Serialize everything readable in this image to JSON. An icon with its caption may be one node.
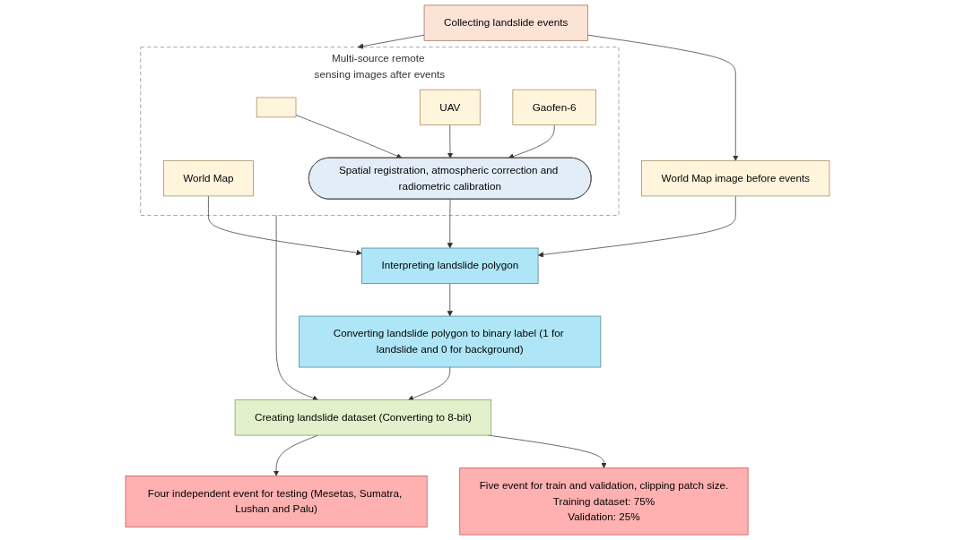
{
  "diagram": {
    "nodes": [
      {
        "text": [
          "Collecting landslide events"
        ]
      },
      {
        "text": [
          "Multi-source remote sensing images after events"
        ]
      },
      {
        "text": [],
        "shape": "box",
        "in": 1
      },
      {
        "text": [
          "UAV"
        ],
        "in": 1
      },
      {
        "text": [
          "Gaofen-6"
        ],
        "in": 1
      },
      {
        "text": [
          "World Map"
        ],
        "in": 1
      },
      {
        "text": [
          "Spatial registration, atmospheric correction and radiometric calibration"
        ],
        "in": 1
      },
      {
        "text": [
          "World Map image before events"
        ]
      },
      {
        "text": [
          "Interpreting landslide polygon"
        ]
      },
      {
        "text": [
          "Converting landslide polygon to binary label (1 for landslide and 0 for background)"
        ]
      },
      {
        "text": [
          "Creating landslide dataset (Converting to 8-bit)"
        ]
      },
      {
        "text": [
          "Five event for train and validation, clipping patch size.",
          "Training dataset: 75%",
          "Validation: 25%"
        ]
      },
      {
        "text": [
          "Four independent event for testing (Mesetas, Sumatra, Lushan and Palu)"
        ]
      }
    ],
    "edges": [
      {
        "from": 0,
        "to": 1,
        "arrow": "to"
      },
      {
        "from": 2,
        "to": 6,
        "arrow": "to"
      },
      {
        "from": 3,
        "to": 6,
        "arrow": "to"
      },
      {
        "from": 4,
        "to": 6,
        "arrow": "to"
      },
      {
        "from": 0,
        "to": 7,
        "arrow": "to"
      },
      {
        "from": 6,
        "to": 8,
        "arrow": "to"
      },
      {
        "from": 5,
        "to": 8,
        "arrow": "to"
      },
      {
        "from": 7,
        "to": 8,
        "arrow": "to"
      },
      {
        "from": 1,
        "to": 10,
        "arrow": "to"
      },
      {
        "from": 8,
        "to": 9,
        "arrow": "to"
      },
      {
        "from": 9,
        "to": 10,
        "arrow": "to"
      },
      {
        "from": 10,
        "to": 11,
        "arrow": "to"
      },
      {
        "from": 10,
        "to": 12,
        "arrow": "to"
      }
    ]
  }
}
